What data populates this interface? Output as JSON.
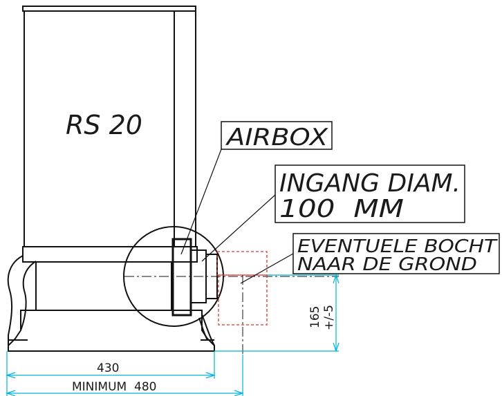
{
  "drawing": {
    "stove_model": "RS 20",
    "airbox_label": "AIRBOX",
    "inlet_label_line1": "INGANG DIAM.",
    "inlet_label_line2": "100  MM",
    "bend_label_line1": "EVENTUELE BOCHT",
    "bend_label_line2": "NAAR DE GROND",
    "dim_height_value": "165",
    "dim_height_tolerance": "+/-5",
    "dim_width_value": "430",
    "dim_width_minimum": "MINIMUM  480"
  },
  "colors": {
    "line": "#111111",
    "dimension": "#00b4d8",
    "optional_bend": "#e03030"
  }
}
